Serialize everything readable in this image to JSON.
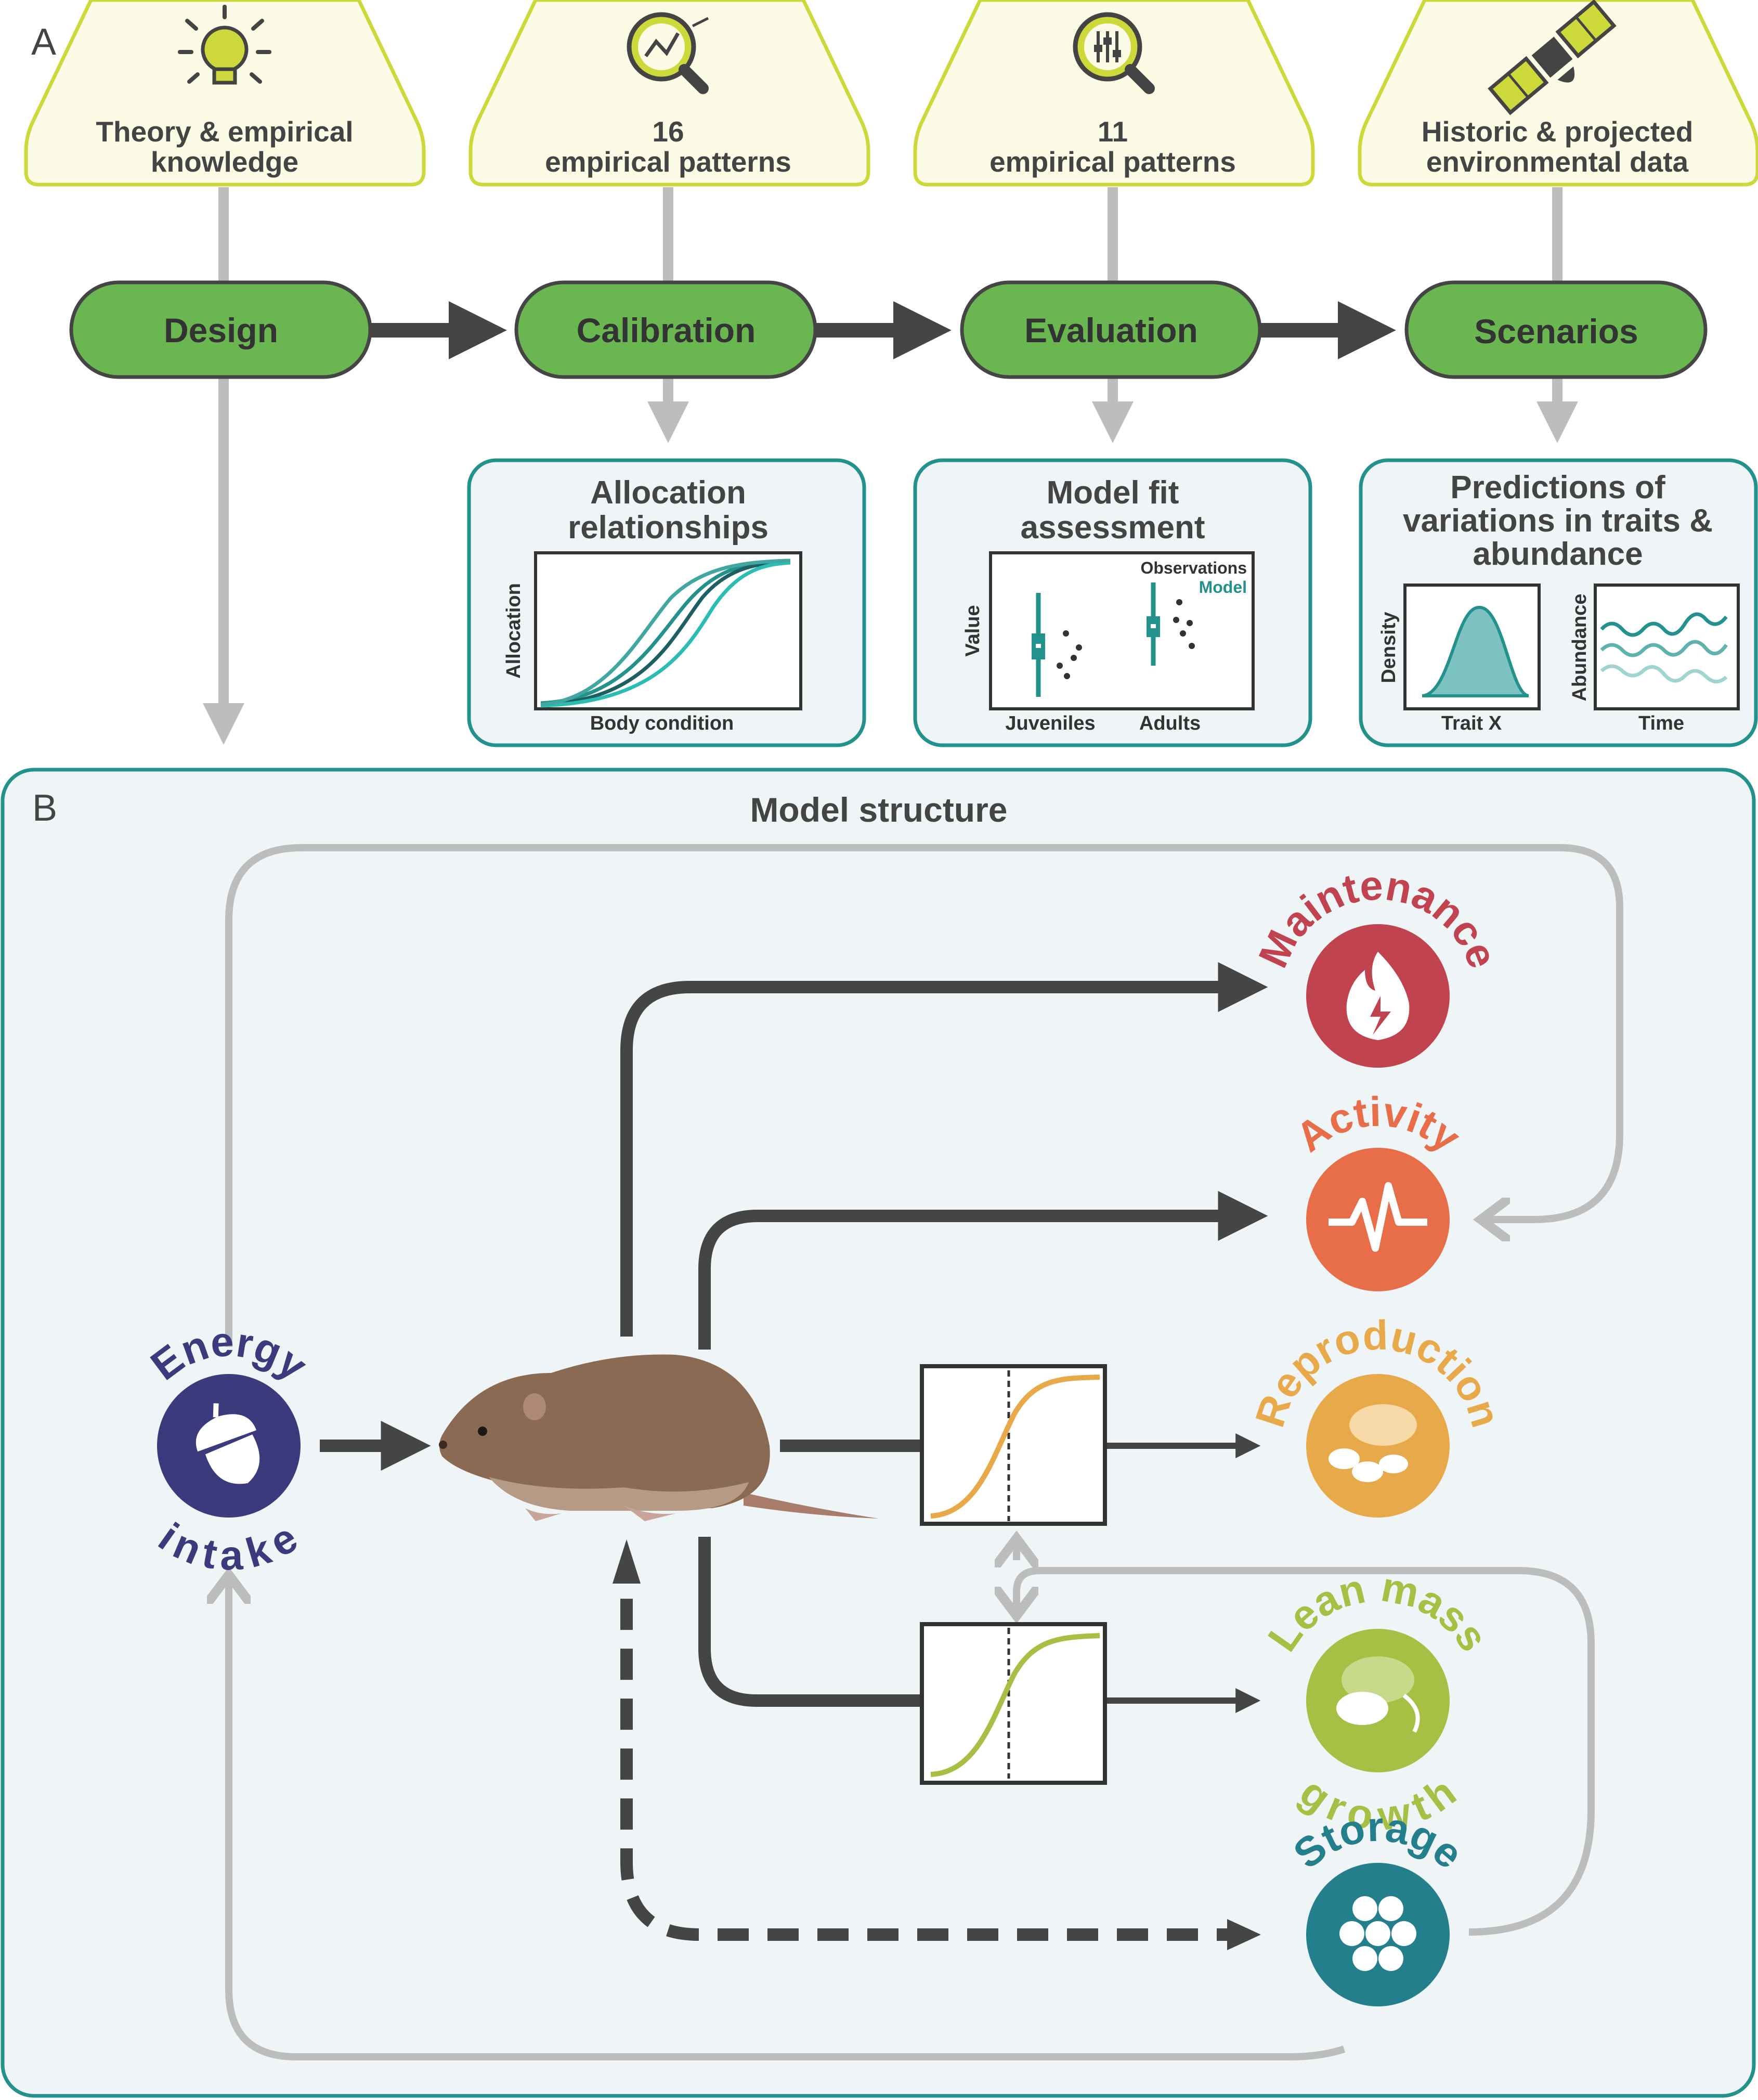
{
  "panels": {
    "a": "A",
    "b": "B"
  },
  "sources": [
    {
      "line1": "Theory & empirical",
      "line2": "knowledge",
      "icon": "lightbulb-icon"
    },
    {
      "line1": "16",
      "line2": "empirical patterns",
      "icon": "magnifier-trend-icon"
    },
    {
      "line1": "11",
      "line2": "empirical patterns",
      "icon": "magnifier-sliders-icon"
    },
    {
      "line1": "Historic & projected",
      "line2": "environmental data",
      "icon": "satellite-icon"
    }
  ],
  "steps": [
    "Design",
    "Calibration",
    "Evaluation",
    "Scenarios"
  ],
  "outputs": {
    "allocation": {
      "line1": "Allocation",
      "line2": "relationships",
      "xlabel": "Body condition",
      "ylabel": "Allocation"
    },
    "fit": {
      "line1": "Model fit",
      "line2": "assessment",
      "ylabel": "Value",
      "x1": "Juveniles",
      "x2": "Adults",
      "legend_obs": "Observations",
      "legend_model": "Model"
    },
    "predictions": {
      "line1": "Predictions of",
      "line2": "variations in traits &",
      "line3": "abundance",
      "density_y": "Density",
      "density_x": "Trait X",
      "abund_y": "Abundance",
      "abund_x": "Time"
    }
  },
  "model": {
    "title": "Model structure",
    "energy": {
      "top": "Energy",
      "bottom": "intake",
      "icon": "acorn-icon",
      "color": "#3b3a7c"
    },
    "animal_icon": "vole-icon",
    "categories": [
      {
        "label": "Maintenance",
        "icon": "flame-icon",
        "color": "#c0434f"
      },
      {
        "label": "Activity",
        "icon": "heartbeat-icon",
        "color": "#e86e4a"
      },
      {
        "label": "Reproduction",
        "icon": "mouse-family-icon",
        "color": "#e8a94a"
      },
      {
        "label": "Lean mass",
        "label2": "growth",
        "icon": "mouse-growth-icon",
        "color": "#a8bf45"
      },
      {
        "label": "Storage",
        "icon": "fat-cells-icon",
        "color": "#247f8c"
      }
    ]
  },
  "colors": {
    "source_fill": "#fbfbe6",
    "source_stroke": "#cdd83a",
    "step_fill": "#6ab651",
    "teal": "#23918c",
    "panel_bg": "#eff5f6",
    "grey_arrow": "#bdbdbd",
    "dark_arrow": "#454545"
  }
}
